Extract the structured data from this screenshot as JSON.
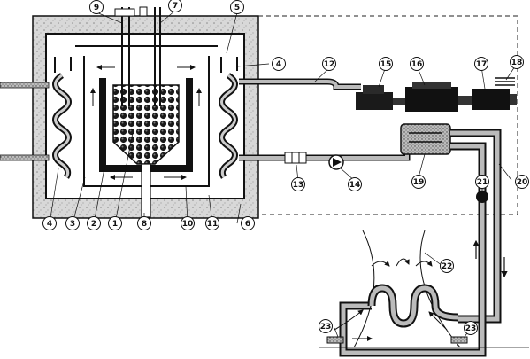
{
  "diagram": {
    "callouts": [
      {
        "id": "c1",
        "label": "1"
      },
      {
        "id": "c2",
        "label": "2"
      },
      {
        "id": "c3",
        "label": "3"
      },
      {
        "id": "c4a",
        "label": "4"
      },
      {
        "id": "c4b",
        "label": "4"
      },
      {
        "id": "c5",
        "label": "5"
      },
      {
        "id": "c6",
        "label": "6"
      },
      {
        "id": "c7",
        "label": "7"
      },
      {
        "id": "c8",
        "label": "8"
      },
      {
        "id": "c9",
        "label": "9"
      },
      {
        "id": "c10",
        "label": "10"
      },
      {
        "id": "c11",
        "label": "11"
      },
      {
        "id": "c12",
        "label": "12"
      },
      {
        "id": "c13",
        "label": "13"
      },
      {
        "id": "c14",
        "label": "14"
      },
      {
        "id": "c15",
        "label": "15"
      },
      {
        "id": "c16",
        "label": "16"
      },
      {
        "id": "c17",
        "label": "17"
      },
      {
        "id": "c18",
        "label": "18"
      },
      {
        "id": "c19",
        "label": "19"
      },
      {
        "id": "c20",
        "label": "20"
      },
      {
        "id": "c21",
        "label": "21"
      },
      {
        "id": "c22",
        "label": "22"
      },
      {
        "id": "c23a",
        "label": "23"
      },
      {
        "id": "c23b",
        "label": "23"
      }
    ]
  }
}
